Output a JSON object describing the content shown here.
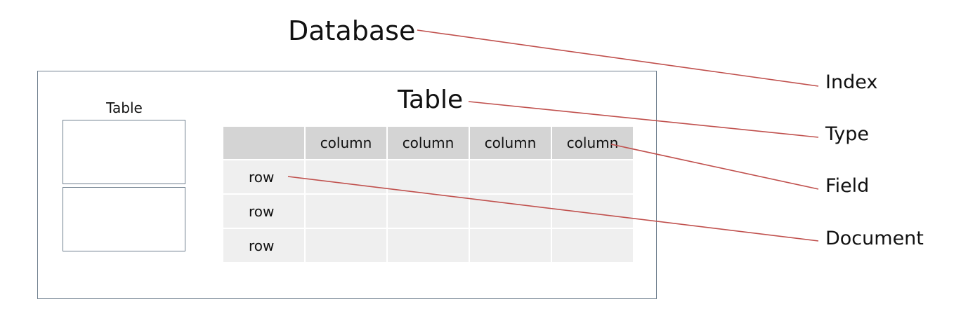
{
  "diagram": {
    "database_label": "Database",
    "inner_table_caption": "Table",
    "main_table_title": "Table",
    "columns": [
      "column",
      "column",
      "column",
      "column"
    ],
    "rows": [
      "row",
      "row",
      "row"
    ],
    "mapping_labels": {
      "index": "Index",
      "type": "Type",
      "field": "Field",
      "document": "Document"
    },
    "colors": {
      "connector": "#c0504d",
      "frame_border": "#6f7f8e",
      "header_fill": "#d4d4d4",
      "cell_fill": "#efefef"
    }
  }
}
